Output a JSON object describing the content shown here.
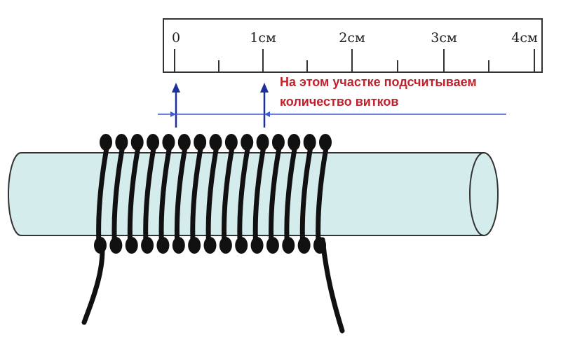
{
  "ruler": {
    "labels": [
      "0",
      "1см",
      "2см",
      "3см",
      "4см"
    ]
  },
  "annotation": {
    "line1": "На этом участке подсчитываем",
    "line2": "количество витков"
  },
  "colors": {
    "ruler_stroke": "#333333",
    "annotation_text": "#c0212b",
    "arrow": "#1f2f9a",
    "guide_line": "#3b5bd6",
    "rod_fill": "#d4ecec",
    "rod_stroke": "#333333",
    "wire": "#111111"
  },
  "turns_count": 15
}
